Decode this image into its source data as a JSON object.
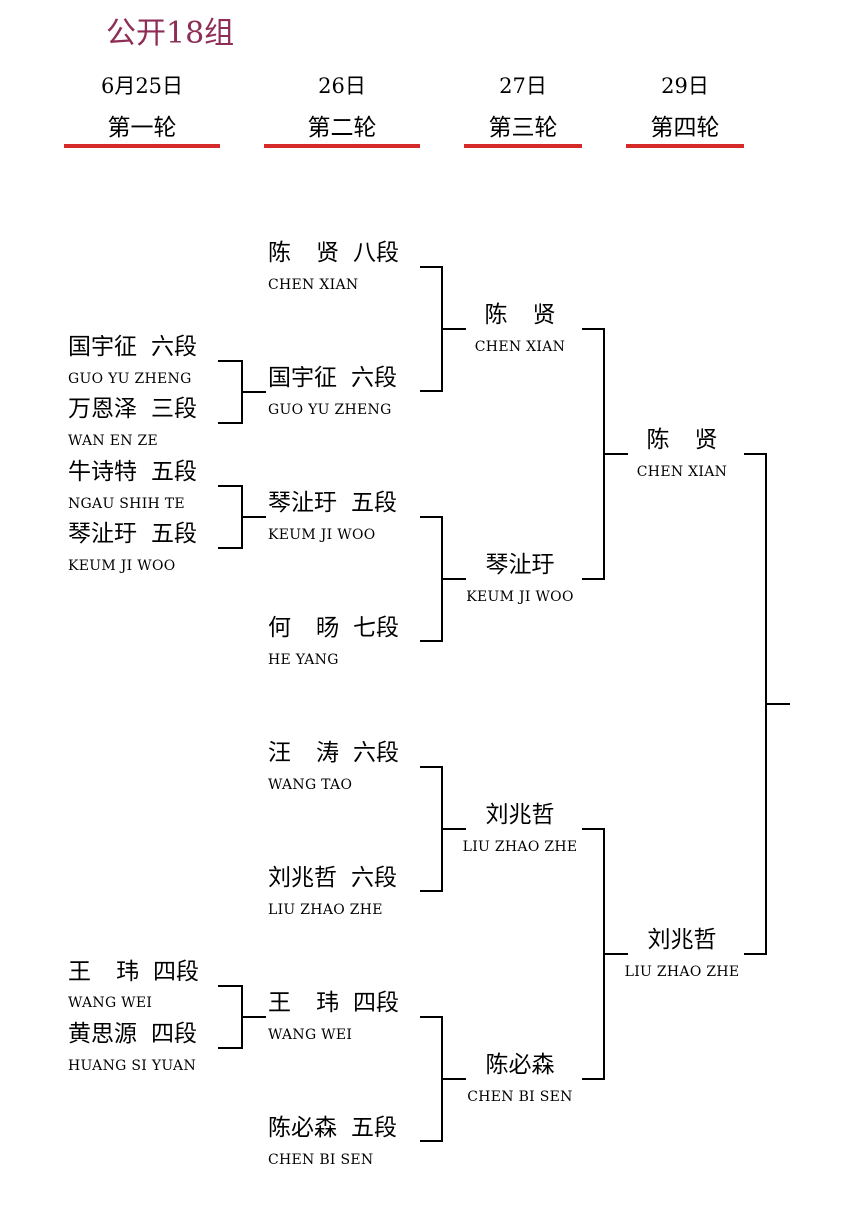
{
  "title": "公开18组",
  "rounds": [
    {
      "date": "6月25日",
      "name": "第一轮"
    },
    {
      "date": "26日",
      "name": "第二轮"
    },
    {
      "date": "27日",
      "name": "第三轮"
    },
    {
      "date": "29日",
      "name": "第四轮"
    }
  ],
  "round1": [
    {
      "name": "国宇征",
      "rank": "六段",
      "pinyin": "GUO YU ZHENG"
    },
    {
      "name": "万恩泽",
      "rank": "三段",
      "pinyin": "WAN EN ZE"
    },
    {
      "name": "牛诗特",
      "rank": "五段",
      "pinyin": "NGAU SHIH TE"
    },
    {
      "name": "琴沚玗",
      "rank": "五段",
      "pinyin": "KEUM JI WOO"
    },
    {
      "name_a": "王",
      "name_b": "玮",
      "rank": "四段",
      "pinyin": "WANG WEI"
    },
    {
      "name": "黄思源",
      "rank": "四段",
      "pinyin": "HUANG SI YUAN"
    }
  ],
  "round2": [
    {
      "name_a": "陈",
      "name_b": "贤",
      "rank": "八段",
      "pinyin": "CHEN XIAN"
    },
    {
      "name": "国宇征",
      "rank": "六段",
      "pinyin": "GUO YU ZHENG"
    },
    {
      "name": "琴沚玗",
      "rank": "五段",
      "pinyin": "KEUM JI WOO"
    },
    {
      "name_a": "何",
      "name_b": "旸",
      "rank": "七段",
      "pinyin": "HE YANG"
    },
    {
      "name_a": "汪",
      "name_b": "涛",
      "rank": "六段",
      "pinyin": "WANG TAO"
    },
    {
      "name": "刘兆哲",
      "rank": "六段",
      "pinyin": "LIU ZHAO ZHE"
    },
    {
      "name_a": "王",
      "name_b": "玮",
      "rank": "四段",
      "pinyin": "WANG WEI"
    },
    {
      "name": "陈必森",
      "rank": "五段",
      "pinyin": "CHEN BI SEN"
    }
  ],
  "round3": [
    {
      "name_a": "陈",
      "name_b": "贤",
      "pinyin": "CHEN XIAN"
    },
    {
      "name": "琴沚玗",
      "pinyin": "KEUM JI WOO"
    },
    {
      "name": "刘兆哲",
      "pinyin": "LIU ZHAO ZHE"
    },
    {
      "name": "陈必森",
      "pinyin": "CHEN BI SEN"
    }
  ],
  "round4": [
    {
      "name_a": "陈",
      "name_b": "贤",
      "pinyin": "CHEN XIAN"
    },
    {
      "name": "刘兆哲",
      "pinyin": "LIU ZHAO ZHE"
    }
  ],
  "colors": {
    "title": "#8e2d55",
    "underline": "#d42a2a",
    "text": "#000000",
    "lines": "#000000"
  }
}
